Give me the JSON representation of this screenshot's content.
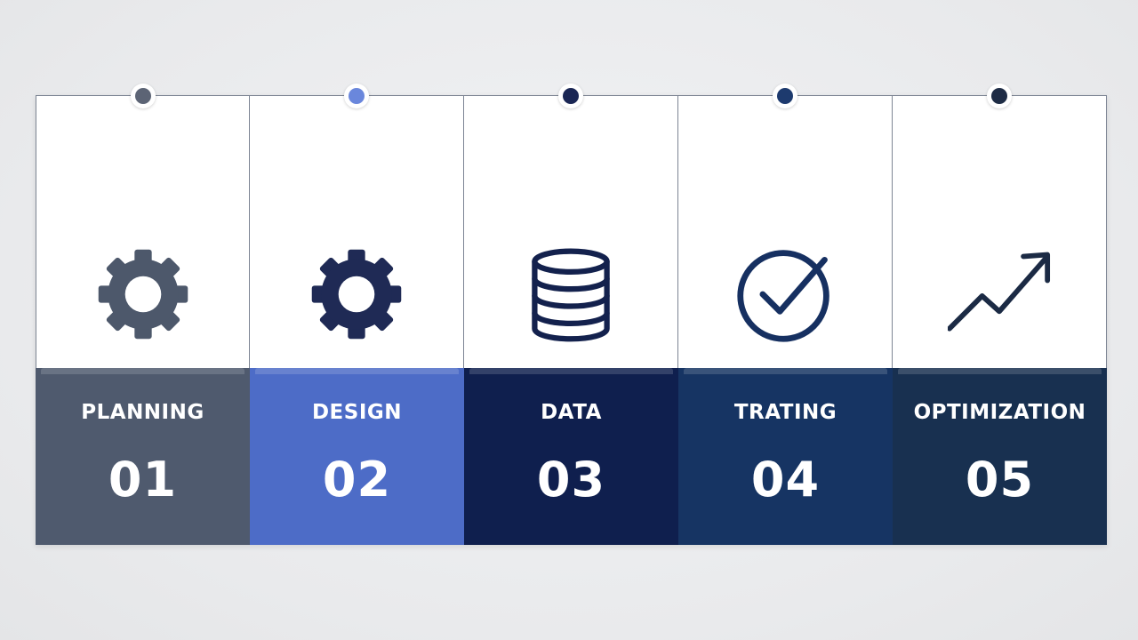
{
  "steps": [
    {
      "label": "PLANNING",
      "number": "01",
      "icon": "gear-icon",
      "color": "#4f5a6e",
      "icon_color": "#4d586b",
      "pin_color": "#5c6475"
    },
    {
      "label": "DESIGN",
      "number": "02",
      "icon": "gear-icon",
      "color": "#4d6cc7",
      "icon_color": "#1f2a55",
      "pin_color": "#6a87dc"
    },
    {
      "label": "DATA",
      "number": "03",
      "icon": "database-icon",
      "color": "#0f1f4e",
      "icon_color": "#13214d",
      "pin_color": "#1a2654"
    },
    {
      "label": "TRATING",
      "number": "04",
      "icon": "check-circle-icon",
      "color": "#163463",
      "icon_color": "#163061",
      "pin_color": "#1d3a6e"
    },
    {
      "label": "OPTIMIZATION",
      "number": "05",
      "icon": "trend-up-icon",
      "color": "#183050",
      "icon_color": "#1b2a44",
      "pin_color": "#1e2c45"
    }
  ]
}
